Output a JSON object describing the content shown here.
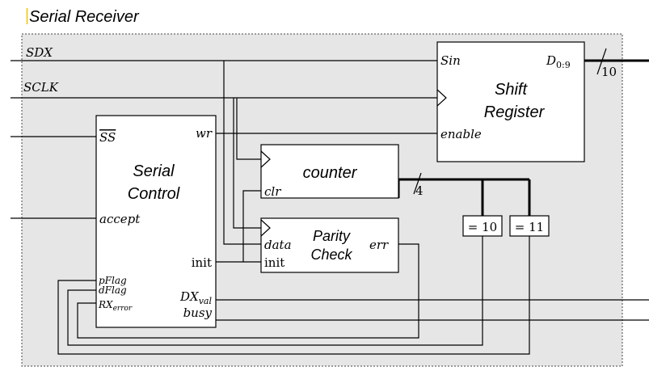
{
  "title": "Serial Receiver",
  "colors": {
    "background": "#e6e6e6",
    "line": "#000000",
    "title_marker": "#f2c200"
  },
  "inputs": {
    "sdx": "SDX",
    "sclk": "SCLK"
  },
  "serial_control": {
    "name_line1": "Serial",
    "name_line2": "Control",
    "ss": "SS",
    "wr": "wr",
    "accept": "accept",
    "init": "init",
    "pflag": "pFlag",
    "dflag": "dFlag",
    "rx_main": "RX",
    "rx_sub": "error",
    "dx_main": "DX",
    "dx_sub": "val",
    "busy": "busy"
  },
  "shift_register": {
    "name_line1": "Shift",
    "name_line2": "Register",
    "sin": "Sin",
    "enable": "enable",
    "d_main": "D",
    "d_sub": "0:9",
    "bus_width": "10"
  },
  "counter": {
    "name": "counter",
    "clr": "clr",
    "bus_width": "4"
  },
  "parity_check": {
    "name_line1": "Parity",
    "name_line2": "Check",
    "data": "data",
    "init": "init",
    "err": "err"
  },
  "comparators": {
    "eq10": "= 10",
    "eq11": "= 11"
  }
}
